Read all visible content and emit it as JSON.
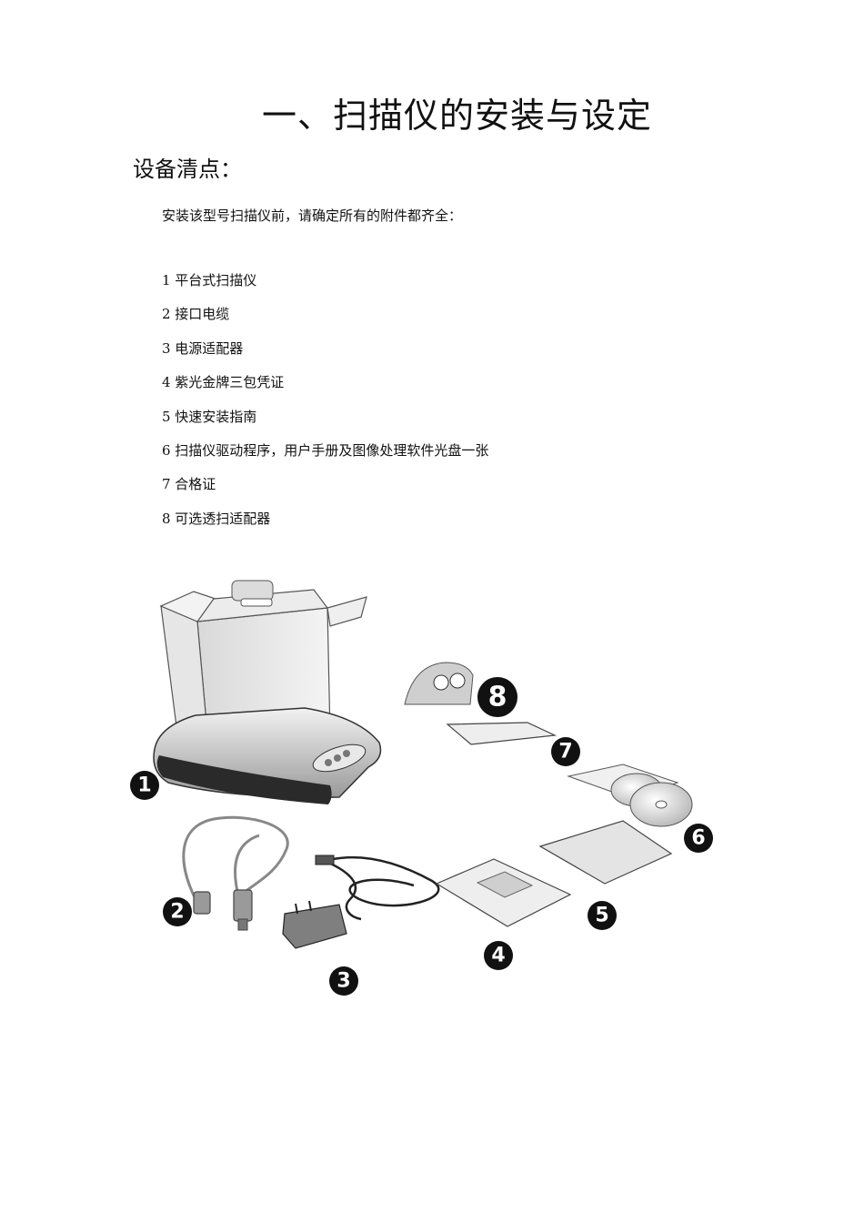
{
  "heading": "一、扫描仪的安装与设定",
  "section_title": "设备清点：",
  "intro": "安装该型号扫描仪前，请确定所有的附件都齐全：",
  "items": [
    "1 平台式扫描仪",
    "2 接口电缆",
    "3 电源适配器",
    "4 紫光金牌三包凭证",
    "5 快速安装指南",
    "6 扫描仪驱动程序，用户手册及图像处理软件光盘一张",
    "7  合格证",
    "8  可选透扫适配器"
  ],
  "figure": {
    "callouts": [
      "1",
      "2",
      "3",
      "4",
      "5",
      "6",
      "7",
      "8"
    ]
  }
}
